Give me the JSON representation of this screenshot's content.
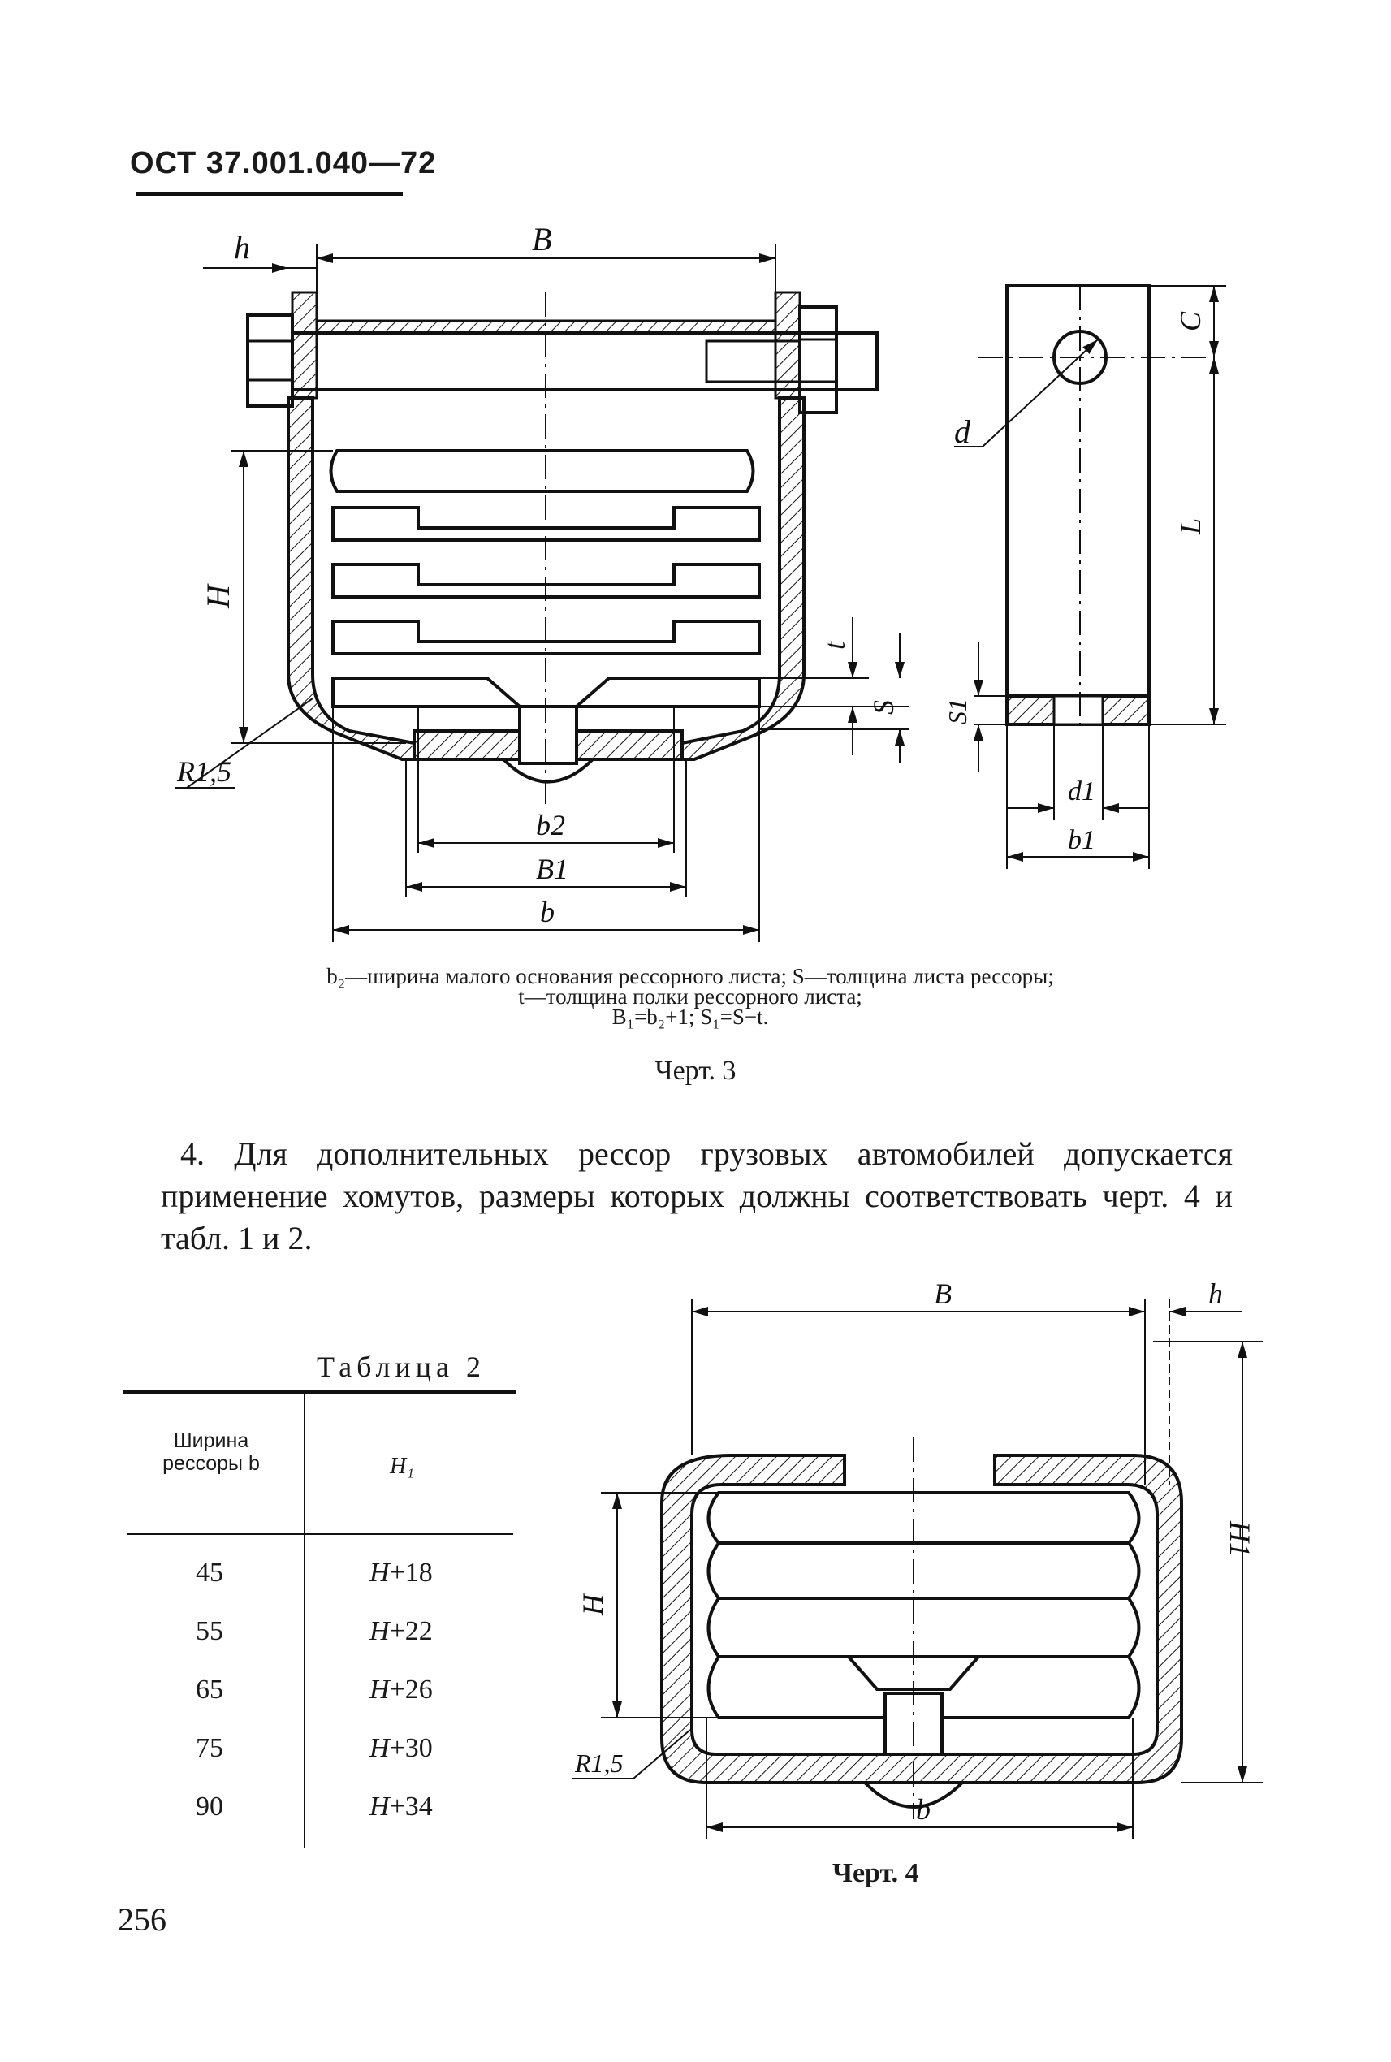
{
  "header": {
    "standard_number": "ОСТ 37.001.040—72"
  },
  "figure3": {
    "dim_labels": {
      "h": "h",
      "B": "B",
      "H": "H",
      "t": "t",
      "S": "S",
      "R": "R1,5",
      "b2": "b2",
      "B1": "B1",
      "b": "b",
      "C": "C",
      "L": "L",
      "d": "d",
      "S1": "S1",
      "d1": "d1",
      "b1": "b1"
    },
    "caption_lines": [
      "b₂—ширина малого основания рессорного листа; S—толщина листа рессоры;",
      "t—толщина полки рессорного листа;",
      "B₁=b₂+1;  S₁=S−t."
    ],
    "title": "Черт. 3"
  },
  "paragraph": "4. Для дополнительных рессор грузовых автомобилей допускается применение хомутов, размеры которых должны соответствовать черт. 4 и табл. 1 и 2.",
  "table2": {
    "title": "Таблица 2",
    "headers": [
      "Ширина рессоры b",
      "H₁"
    ],
    "rows": [
      {
        "b": "45",
        "h1_var": "H",
        "h1_rest": "+18"
      },
      {
        "b": "55",
        "h1_var": "H",
        "h1_rest": "+22"
      },
      {
        "b": "65",
        "h1_var": "H",
        "h1_rest": "+26"
      },
      {
        "b": "75",
        "h1_var": "H",
        "h1_rest": "+30"
      },
      {
        "b": "90",
        "h1_var": "H",
        "h1_rest": "+34"
      }
    ]
  },
  "figure4": {
    "dim_labels": {
      "B": "B",
      "h": "h",
      "H1": "H1",
      "H": "H",
      "R": "R1,5",
      "b": "b"
    },
    "title": "Черт. 4"
  },
  "page_number": "256"
}
